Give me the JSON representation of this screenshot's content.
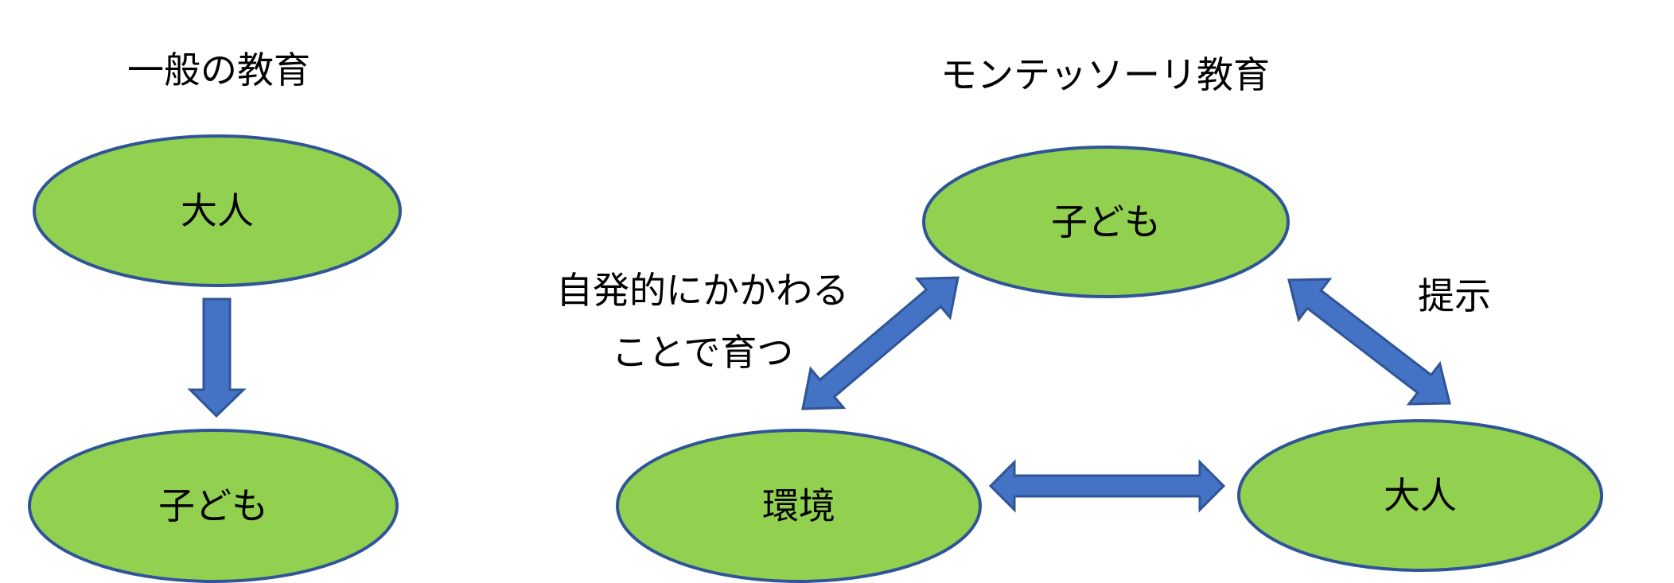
{
  "colors": {
    "node_fill": "#92d050",
    "node_stroke": "#2f5597",
    "arrow_fill": "#4472c4",
    "arrow_stroke": "#2f5597",
    "text": "#000000"
  },
  "left_diagram": {
    "title": "一般の教育",
    "nodes": [
      {
        "id": "adult",
        "label": "大人"
      },
      {
        "id": "child",
        "label": "子ども"
      }
    ],
    "edges": [
      {
        "from": "adult",
        "to": "child",
        "direction": "one-way"
      }
    ]
  },
  "right_diagram": {
    "title": "モンテッソーリ教育",
    "nodes": [
      {
        "id": "child",
        "label": "子ども"
      },
      {
        "id": "environment",
        "label": "環境"
      },
      {
        "id": "adult",
        "label": "大人"
      }
    ],
    "edges": [
      {
        "from": "environment",
        "to": "child",
        "direction": "two-way"
      },
      {
        "from": "child",
        "to": "adult",
        "direction": "two-way"
      },
      {
        "from": "environment",
        "to": "adult",
        "direction": "two-way"
      }
    ],
    "annotations": {
      "environment_child_line1": "自発的にかかわる",
      "environment_child_line2": "ことで育つ",
      "child_adult": "提示"
    }
  }
}
